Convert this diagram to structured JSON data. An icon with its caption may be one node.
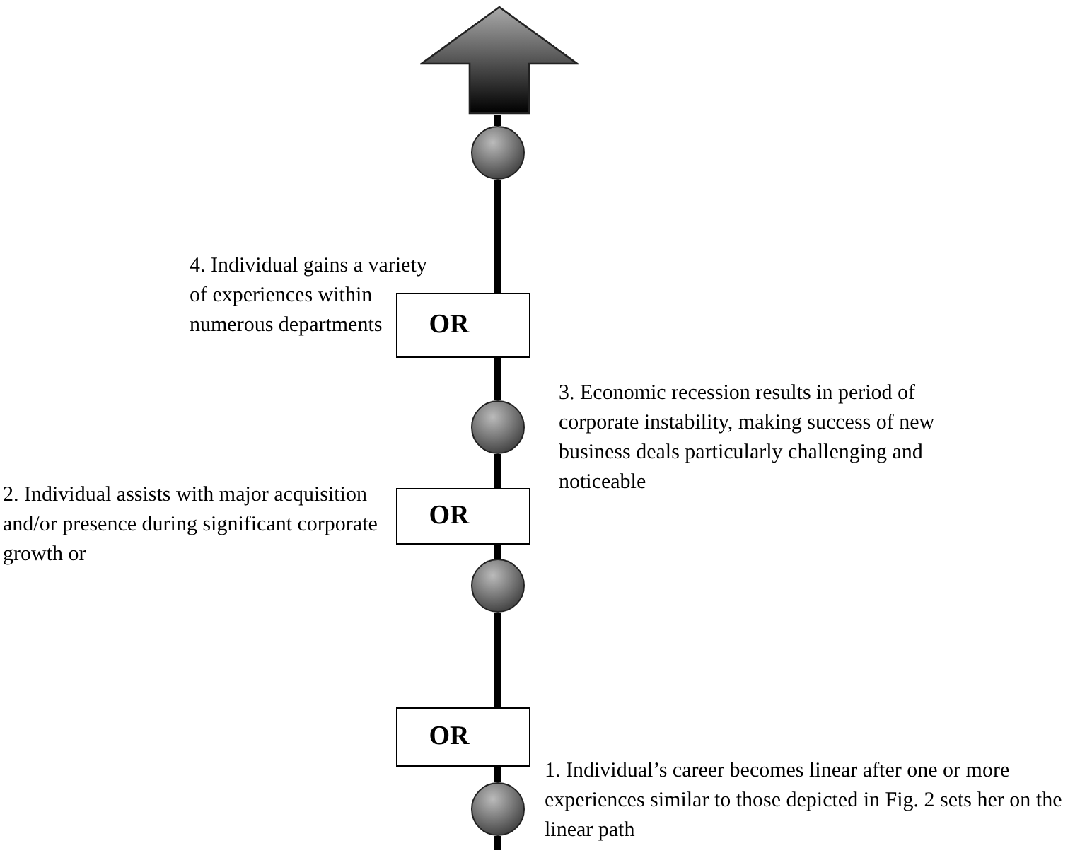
{
  "diagram": {
    "nodes": [
      {
        "text": [],
        "shape": "arrow"
      },
      {
        "text": [],
        "shape": "circle"
      },
      {
        "text": [
          "OR"
        ]
      },
      {
        "text": [],
        "shape": "circle"
      },
      {
        "text": [
          "OR"
        ]
      },
      {
        "text": [],
        "shape": "circle"
      },
      {
        "text": [
          "OR"
        ]
      },
      {
        "text": [],
        "shape": "circle"
      }
    ],
    "edges": [
      {
        "from": null,
        "to": 7,
        "arrow": "none"
      },
      {
        "from": 7,
        "to": 6,
        "arrow": "none"
      },
      {
        "from": 6,
        "to": 5,
        "arrow": "none"
      },
      {
        "from": 5,
        "to": 4,
        "arrow": "none"
      },
      {
        "from": 4,
        "to": 3,
        "arrow": "none"
      },
      {
        "from": 3,
        "to": 2,
        "arrow": "none"
      },
      {
        "from": 2,
        "to": 1,
        "arrow": "none"
      },
      {
        "from": 1,
        "to": 0,
        "arrow": "none"
      }
    ],
    "labels": [
      "4. Individual gains a variety of experiences within numerous departments",
      "3. Economic recession results in period of corporate instability, making success of new business deals particularly challenging and noticeable",
      "2. Individual assists with major acquisition and/or presence during significant corporate growth or",
      "1. Individual’s career becomes linear after one or more experiences similar to those depicted in Fig. 2 sets her on the linear path"
    ]
  }
}
